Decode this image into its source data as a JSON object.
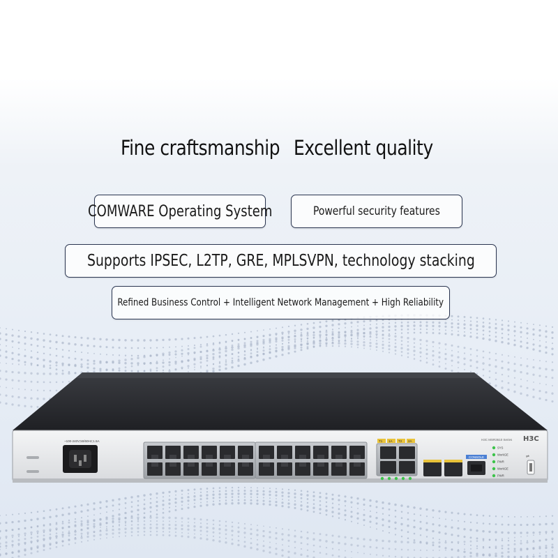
{
  "headlines": {
    "left": "Fine craftsmanship",
    "right": "Excellent quality"
  },
  "features": {
    "os": "COMWARE Operating System",
    "security": "Powerful security features",
    "protocols": "Supports IPSEC, L2TP, GRE, MPLSVPN, technology stacking",
    "management": "Refined Business Control + Intelligent Network Management + High Reliability"
  },
  "device": {
    "brand": "H3C",
    "series": "H3C MSR3610 Series",
    "power_label": "~100-240V;50/60Hz;1.5A",
    "console_label": "CONSOLE",
    "led_labels": [
      "SYS",
      "WorkGE",
      "PWR",
      "WorkGE",
      "PWR"
    ],
    "combo_labels": [
      "T1",
      "1A",
      "T2",
      "2A"
    ],
    "rj45_port_count": 24,
    "colors": {
      "chassis_top": "#2b2d31",
      "front_panel": "#e9eaec",
      "port_yellow": "#e9c33a",
      "led_green": "#3cc34a"
    }
  }
}
